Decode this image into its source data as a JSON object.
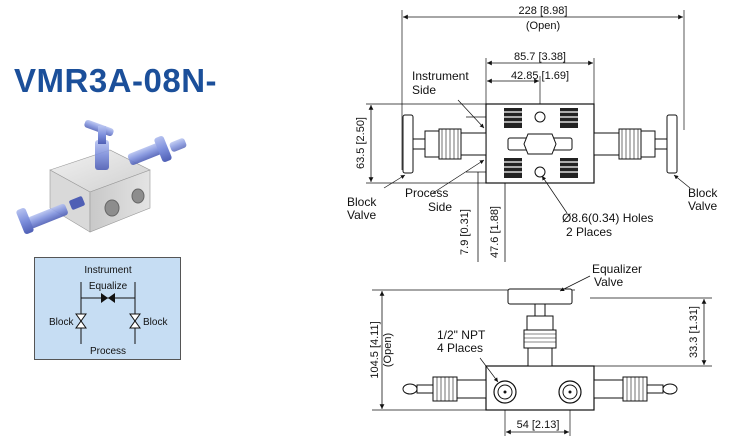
{
  "title": "VMR3A-08N-",
  "schematic": {
    "instrument": "Instrument",
    "equalize": "Equalize",
    "block_left": "Block",
    "block_right": "Block",
    "process": "Process"
  },
  "top_view": {
    "dim_total": "228 [8.98]",
    "dim_total_note": "(Open)",
    "dim_body": "85.7 [3.38]",
    "dim_half": "42.85 [1.69]",
    "dim_height": "63.5 [2.50]",
    "dim_offset_small": "7.9 [0.31]",
    "dim_offset_large": "47.6 [1.88]",
    "instrument_side_1": "Instrument",
    "instrument_side_2": "Side",
    "process_side_1": "Process",
    "process_side_2": "Side",
    "block_left_1": "Block",
    "block_left_2": "Valve",
    "block_right_1": "Block",
    "block_right_2": "Valve",
    "holes_1": "Ø8.6(0.34) Holes",
    "holes_2": "2 Places"
  },
  "front_view": {
    "equalizer_1": "Equalizer",
    "equalizer_2": "Valve",
    "npt_1": "1/2\" NPT",
    "npt_2": "4 Places",
    "dim_height": "104.5 [4.11]",
    "dim_height_note": "(Open)",
    "dim_right": "33.3 [1.31]",
    "dim_bottom": "54 [2.13]"
  },
  "colors": {
    "title": "#1b4f9a",
    "schematic_bg": "#c6ddf3",
    "handle_blue": "#7a8fd6",
    "body_gray": "#d4d4d4"
  }
}
